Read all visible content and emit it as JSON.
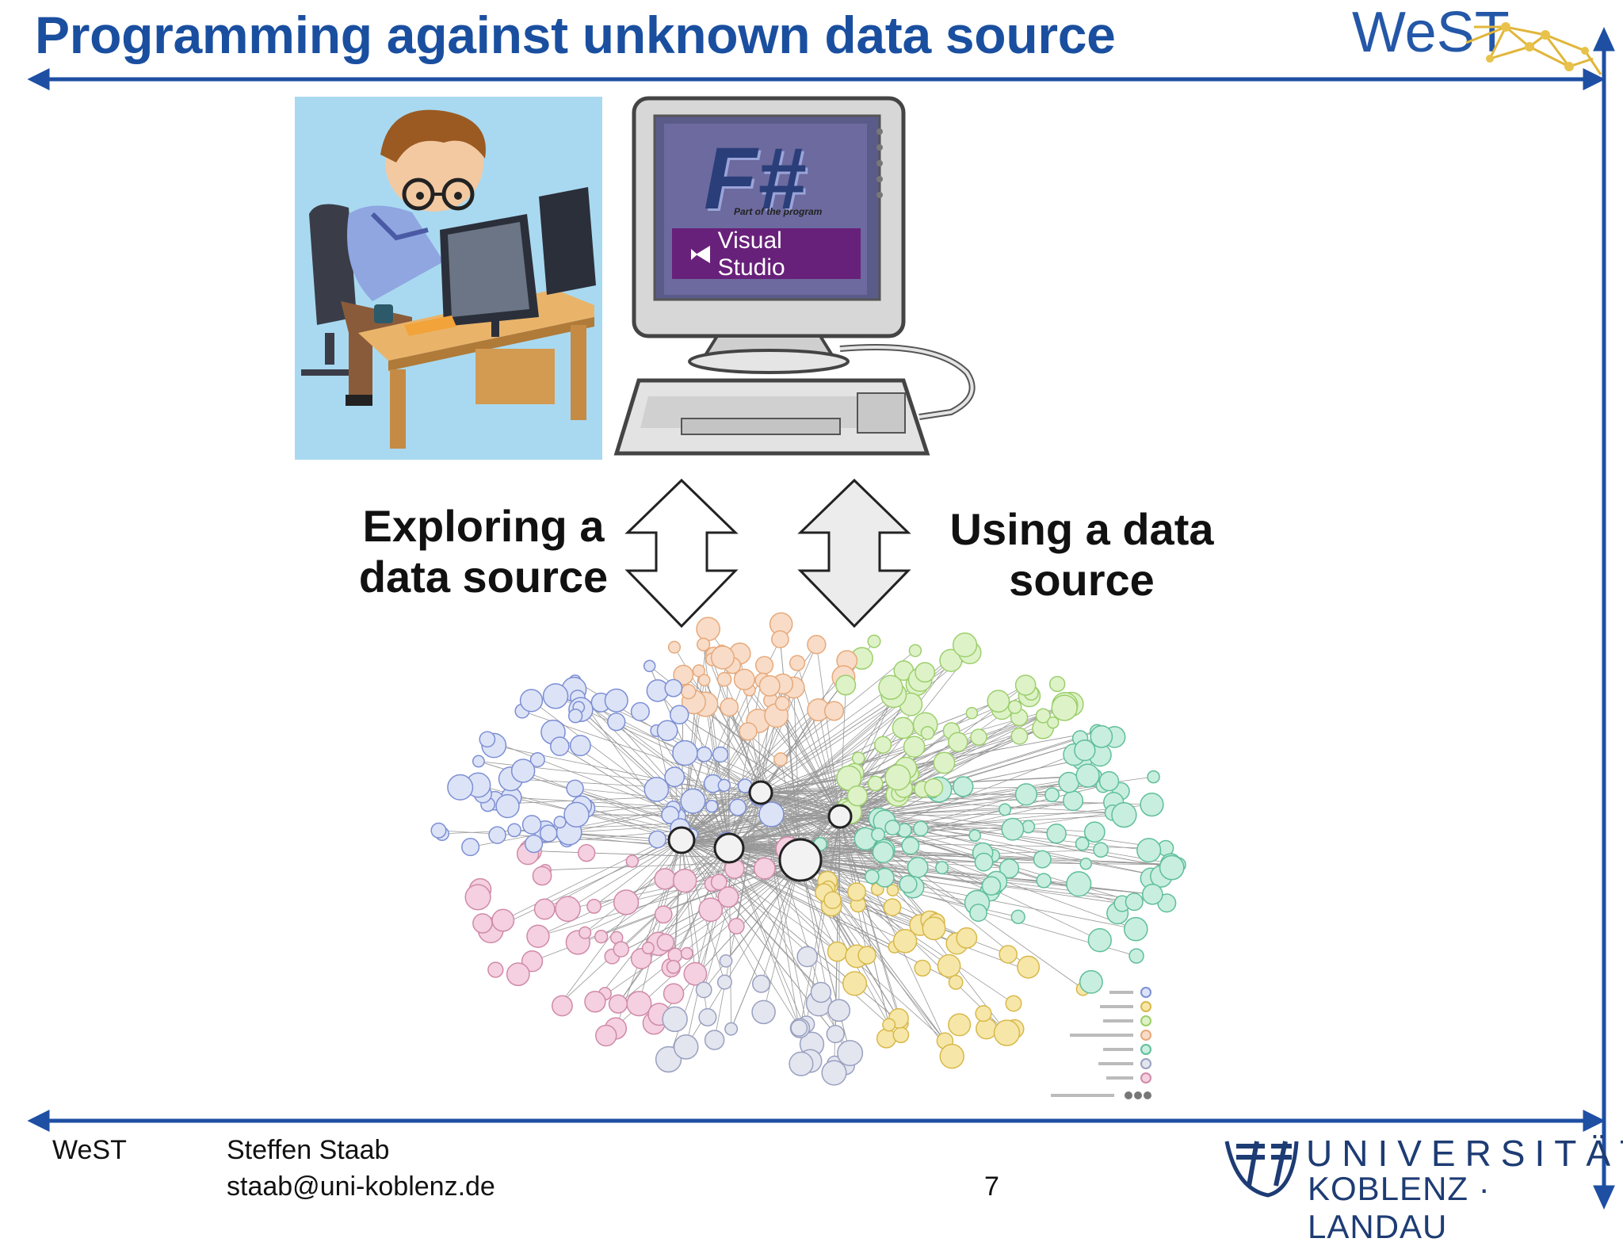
{
  "slide": {
    "title": "Programming against unknown data source",
    "label_exploring": "Exploring a data source",
    "label_using": "Using a data source"
  },
  "logo": {
    "text": "WeST"
  },
  "monitor": {
    "fsharp_logo": "F#",
    "tagline": "Part of the program",
    "vs_label": "Visual Studio"
  },
  "footer": {
    "org": "WeST",
    "author": "Steffen Staab",
    "email": "staab@uni-koblenz.de",
    "page": "7",
    "university_line1": "UNIVERSITÄT",
    "university_line2": "KOBLENZ · LANDAU"
  },
  "colors": {
    "title_blue": "#1a4fa0",
    "rule_blue": "#1e4fa3",
    "vs_purple": "#68217a"
  }
}
